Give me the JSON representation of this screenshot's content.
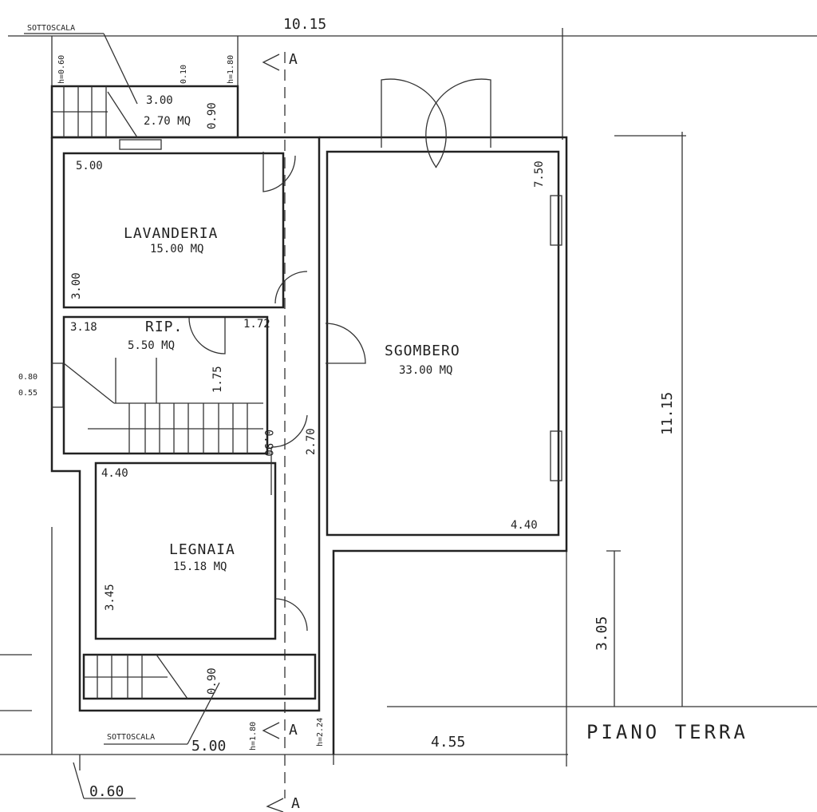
{
  "title": "PIANO TERRA",
  "overall_dimensions": {
    "top_width": "10.15",
    "right_height": "11.15",
    "right_partial": "3.05",
    "bottom_left": "5.00",
    "bottom_right": "4.55",
    "offset": "0.60"
  },
  "section_marker": "A",
  "rooms": [
    {
      "name": "LAVANDERIA",
      "area": "15.00 MQ",
      "dims": [
        "5.00",
        "3.00"
      ]
    },
    {
      "name": "RIP.",
      "area": "5.50 MQ",
      "dims": [
        "3.18",
        "1.72",
        "1.75"
      ]
    },
    {
      "name": "SGOMBERO",
      "area": "33.00 MQ",
      "dims": [
        "7.50",
        "4.40"
      ]
    },
    {
      "name": "LEGNAIA",
      "area": "15.18 MQ",
      "dims": [
        "4.40",
        "3.45"
      ]
    },
    {
      "name": "SOTTOSCALA",
      "area": "2.70 MQ",
      "dims": [
        "3.00",
        "0.10",
        "0.90"
      ]
    }
  ],
  "labels": {
    "sottoscala_top": "SOTTOSCALA",
    "sottoscala_bottom": "SOTTOSCALA",
    "h_top_left": "h=0.60",
    "h_top_right": "h=1.80",
    "h_bottom_left": "h=1.80",
    "h_bottom_right": "h=2.24",
    "corridor_width": "2.70",
    "stair_gap": "0.90",
    "bottom_stair_gap": "0.90",
    "window_1": "0.80",
    "window_2": "0.55"
  }
}
